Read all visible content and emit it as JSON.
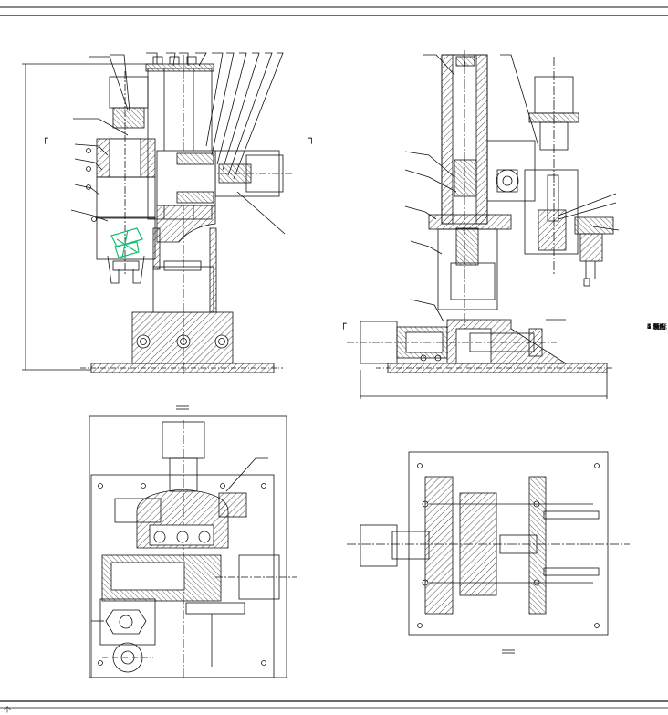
{
  "drawing": {
    "technical_notes": [
      "1.装配",
      "2.零上",
      "3.气压",
      "4.气压",
      "5.装配",
      "6.所有",
      "7.装配",
      "指标"
    ],
    "bottom_glyph": "个",
    "view_marks": {
      "top_left": "┌",
      "top_right": "┐",
      "section_mark": "┌"
    },
    "colors": {
      "line": "#111111",
      "hatch": "#222222",
      "highlight": "#10c070"
    }
  }
}
